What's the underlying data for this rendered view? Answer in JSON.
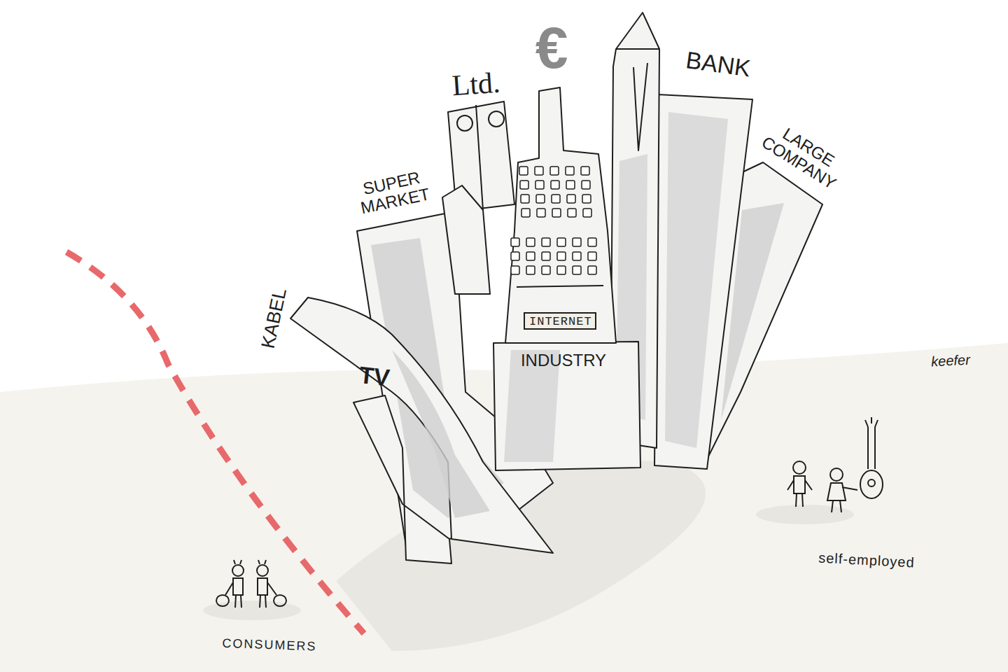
{
  "diagram": {
    "nodes": [
      {
        "text": [
          "INTERNET"
        ]
      }
    ],
    "labels": [
      "KABEL",
      "SUPER MARKET",
      "Ltd.",
      "€",
      "BANK",
      "LARGE COMPANY",
      "TV",
      "INDUSTRY",
      "keefer",
      "self-employed",
      "CONSUMERS"
    ]
  }
}
